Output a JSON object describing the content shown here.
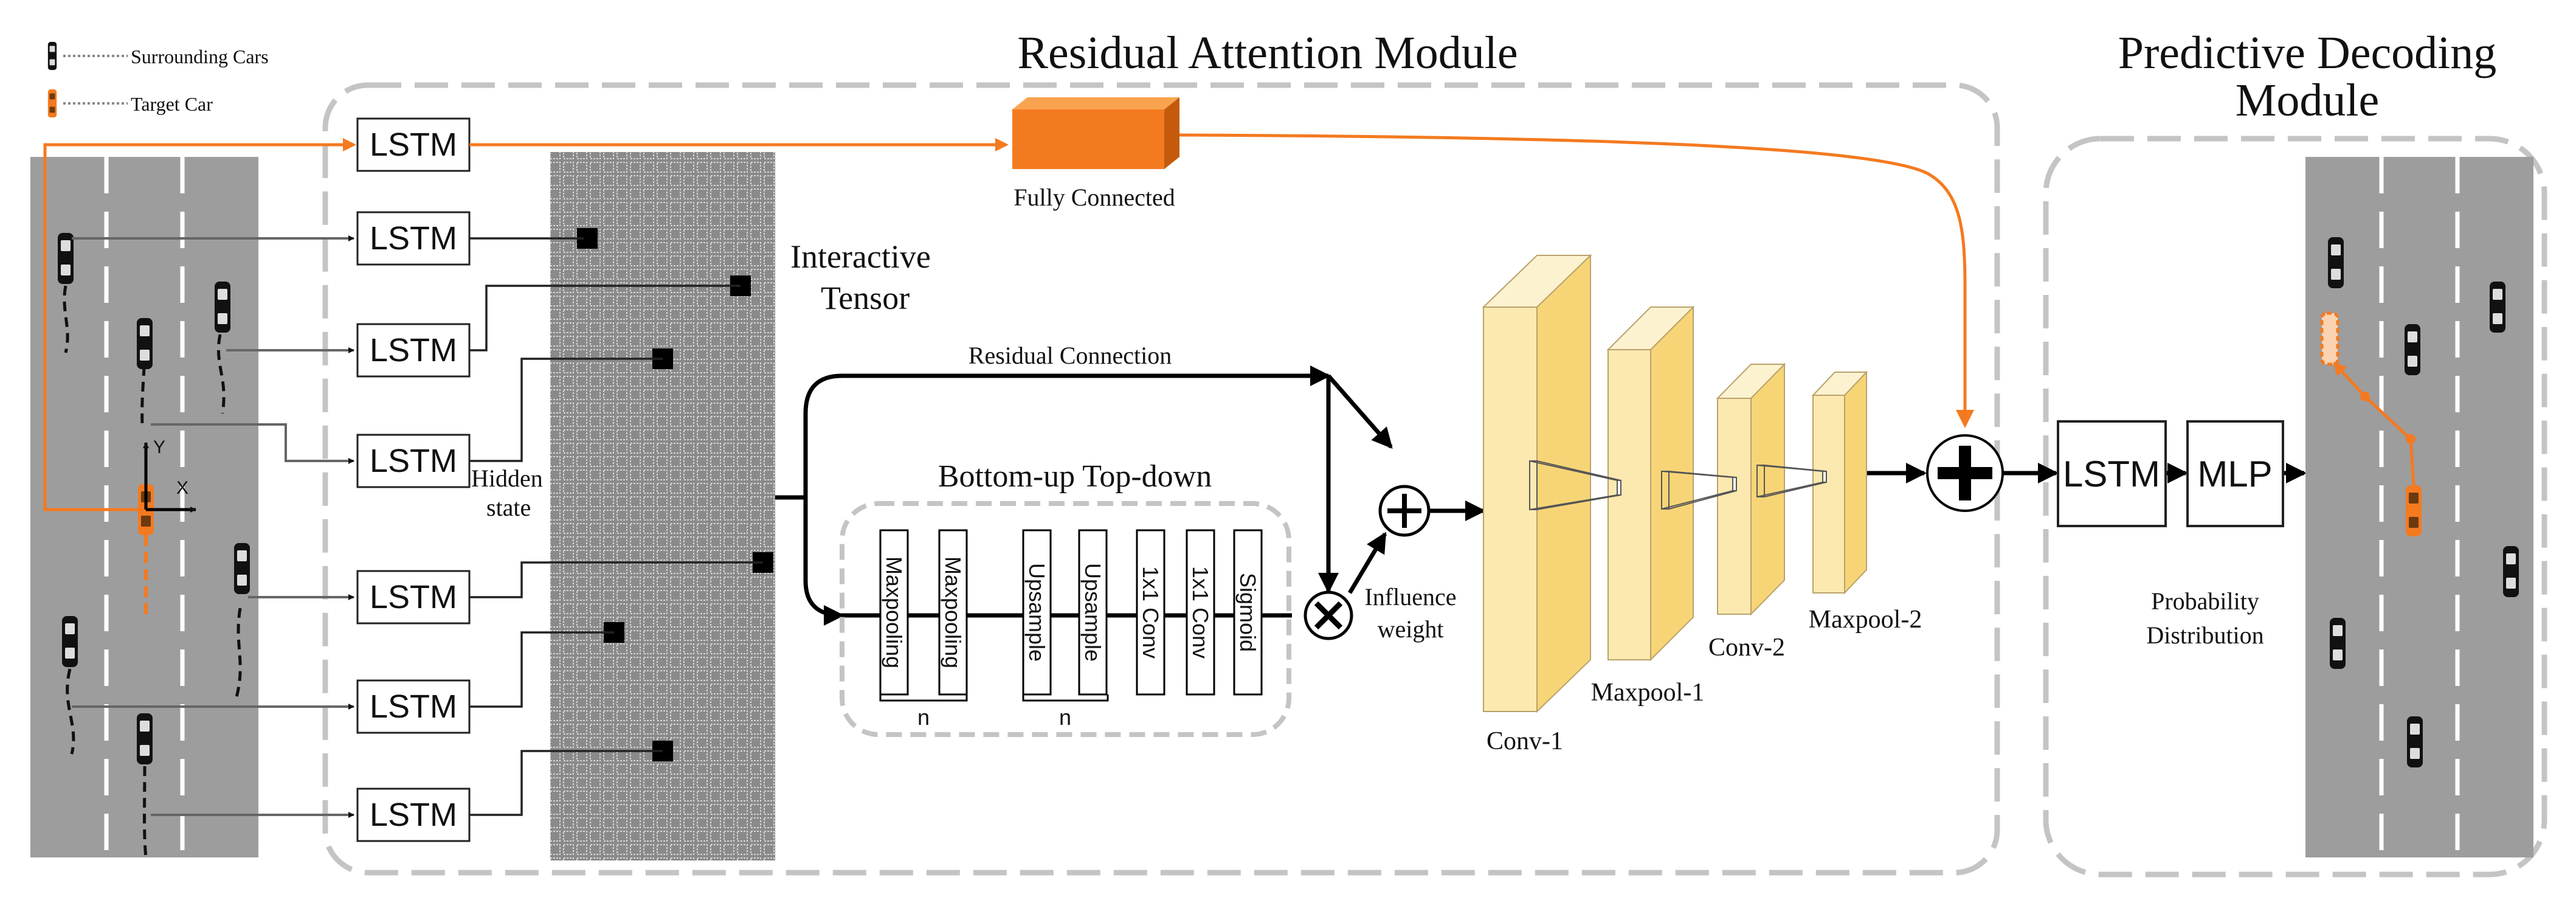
{
  "legend": {
    "surrounding": "Surrounding Cars",
    "target": "Target Car"
  },
  "titles": {
    "residual_attention": "Residual Attention Module",
    "predictive_decoding_line1": "Predictive Decoding",
    "predictive_decoding_line2": "Module"
  },
  "encoder": {
    "lstm_label": "LSTM",
    "fully_connected": "Fully Connected",
    "hidden_state_line1": "Hidden",
    "hidden_state_line2": "state",
    "interactive_line1": "Interactive",
    "interactive_line2": "Tensor",
    "axis_x": "X",
    "axis_y": "Y"
  },
  "attention": {
    "residual_connection": "Residual Connection",
    "bottom_up_top_down": "Bottom-up Top-down",
    "blocks": [
      "Maxpooling",
      "Maxpooling",
      "Upsample",
      "Upsample",
      "1x1 Conv",
      "1x1 Conv",
      "Sigmoid"
    ],
    "n_label": "n",
    "influence_line1": "Influence",
    "influence_line2": "weight"
  },
  "cnn": {
    "conv1": "Conv-1",
    "maxpool1": "Maxpool-1",
    "conv2": "Conv-2",
    "maxpool2": "Maxpool-2"
  },
  "decoder": {
    "lstm": "LSTM",
    "mlp": "MLP",
    "prob_line1": "Probability",
    "prob_line2": "Distribution"
  },
  "colors": {
    "orange": "#f47a20",
    "road": "#9d9d9d",
    "grid": "#8a8a8a",
    "cnn_front": "#fce9b0",
    "cnn_side": "#f7d577"
  }
}
